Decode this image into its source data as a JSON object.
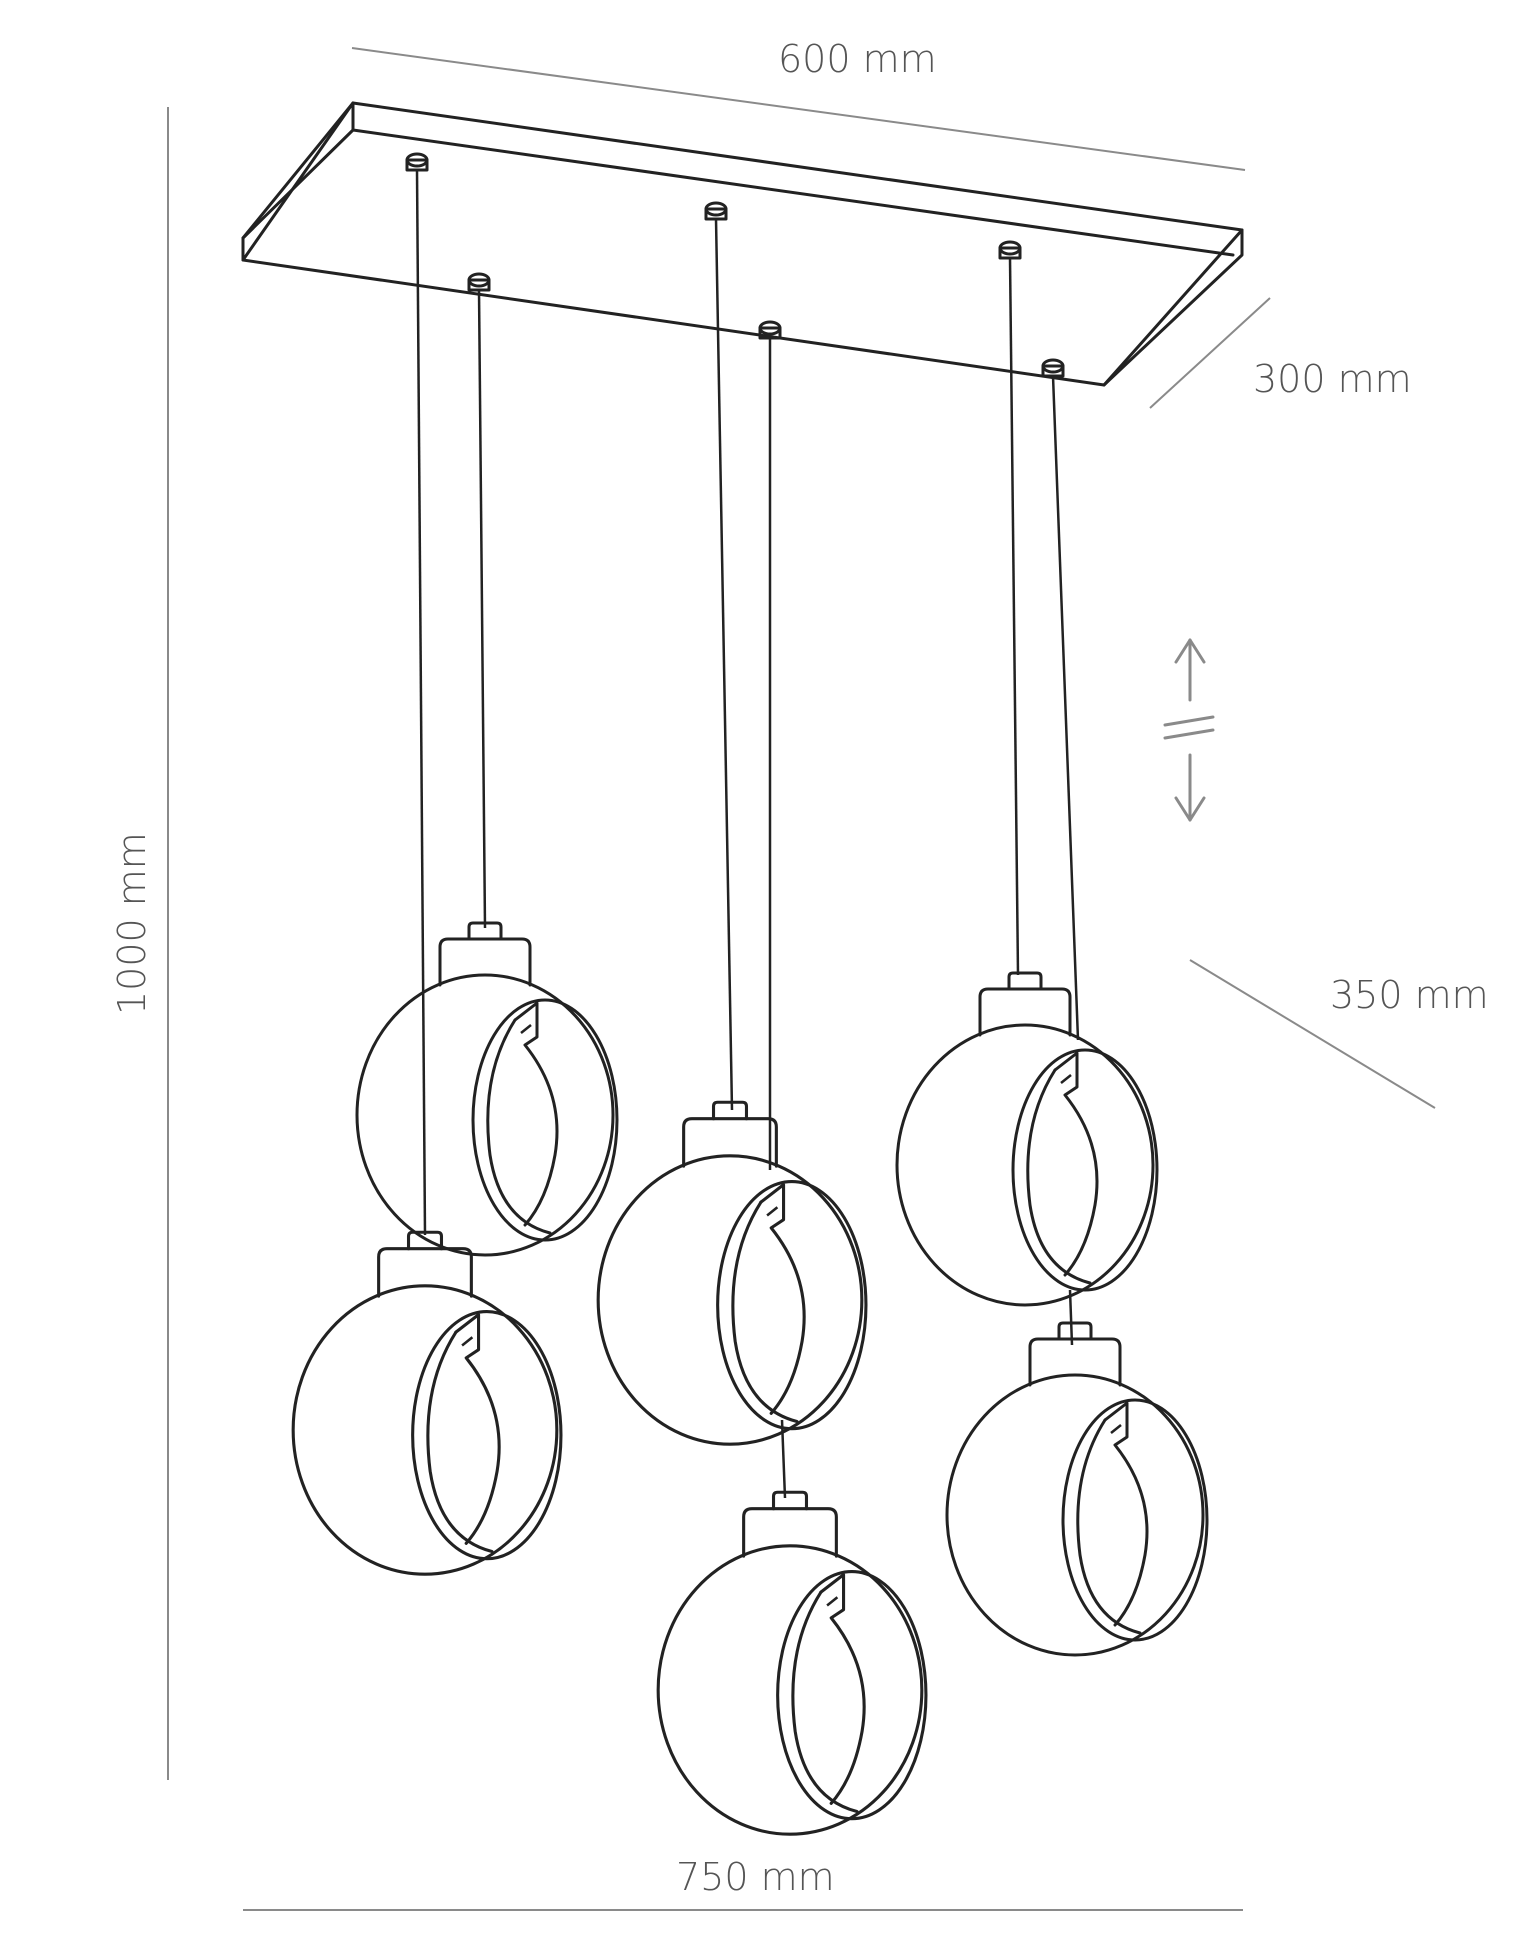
{
  "dimensions": {
    "canopy_length": "600 mm",
    "canopy_width": "300 mm",
    "total_height": "1000 mm",
    "depth": "350 mm",
    "total_width": "750 mm"
  },
  "lamp_count": 6,
  "colors": {
    "line": "#222222",
    "dimension": "#8a8a8a",
    "text": "#555555"
  }
}
